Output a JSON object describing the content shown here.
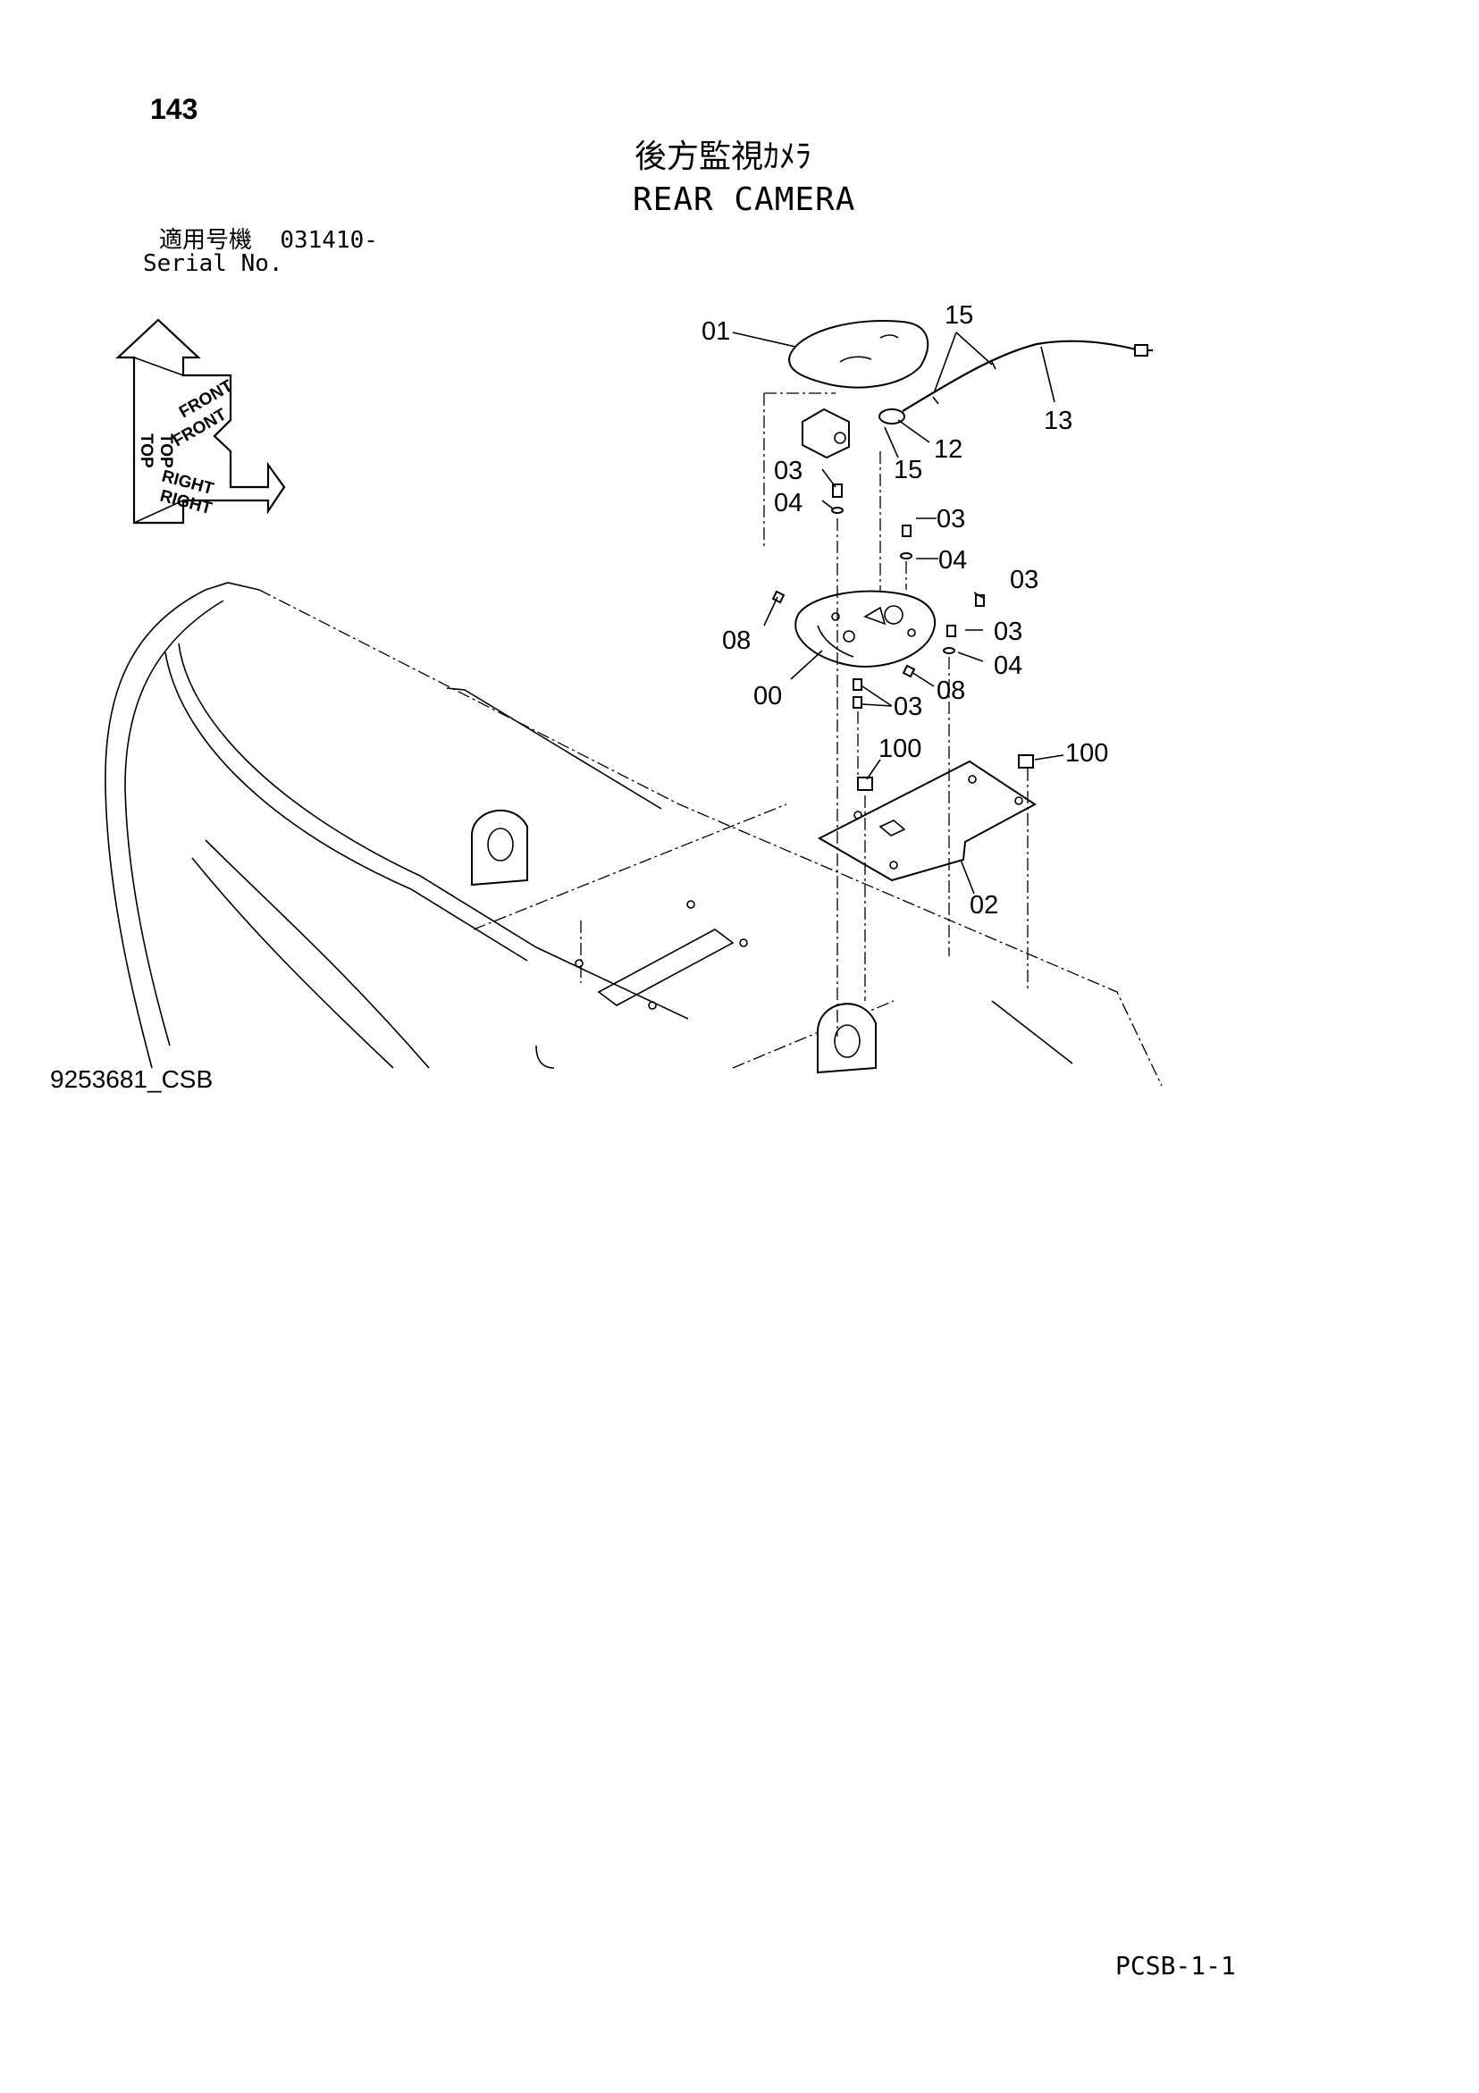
{
  "header": {
    "page_number": "143",
    "title_jp": "後方監視ｶﾒﾗ",
    "title_en": "REAR CAMERA",
    "serial_label_jp": "適用号機",
    "serial_value": "031410-",
    "serial_label_en": "Serial No."
  },
  "orientation": {
    "top": "TOP",
    "front": "FRONT",
    "right": "RIGHT"
  },
  "callouts": {
    "c01": "01",
    "c15a": "15",
    "c13": "13",
    "c12": "12",
    "c15b": "15",
    "c03a": "03",
    "c04a": "04",
    "c03b": "03",
    "c04b": "04",
    "c03c": "03",
    "c03d": "03",
    "c04c": "04",
    "c08a": "08",
    "c00": "00",
    "c08b": "08",
    "c03e": "03",
    "c100a": "100",
    "c100b": "100",
    "c02": "02"
  },
  "footer": {
    "drawing_id": "9253681_CSB",
    "page_code": "PCSB-1-1"
  }
}
